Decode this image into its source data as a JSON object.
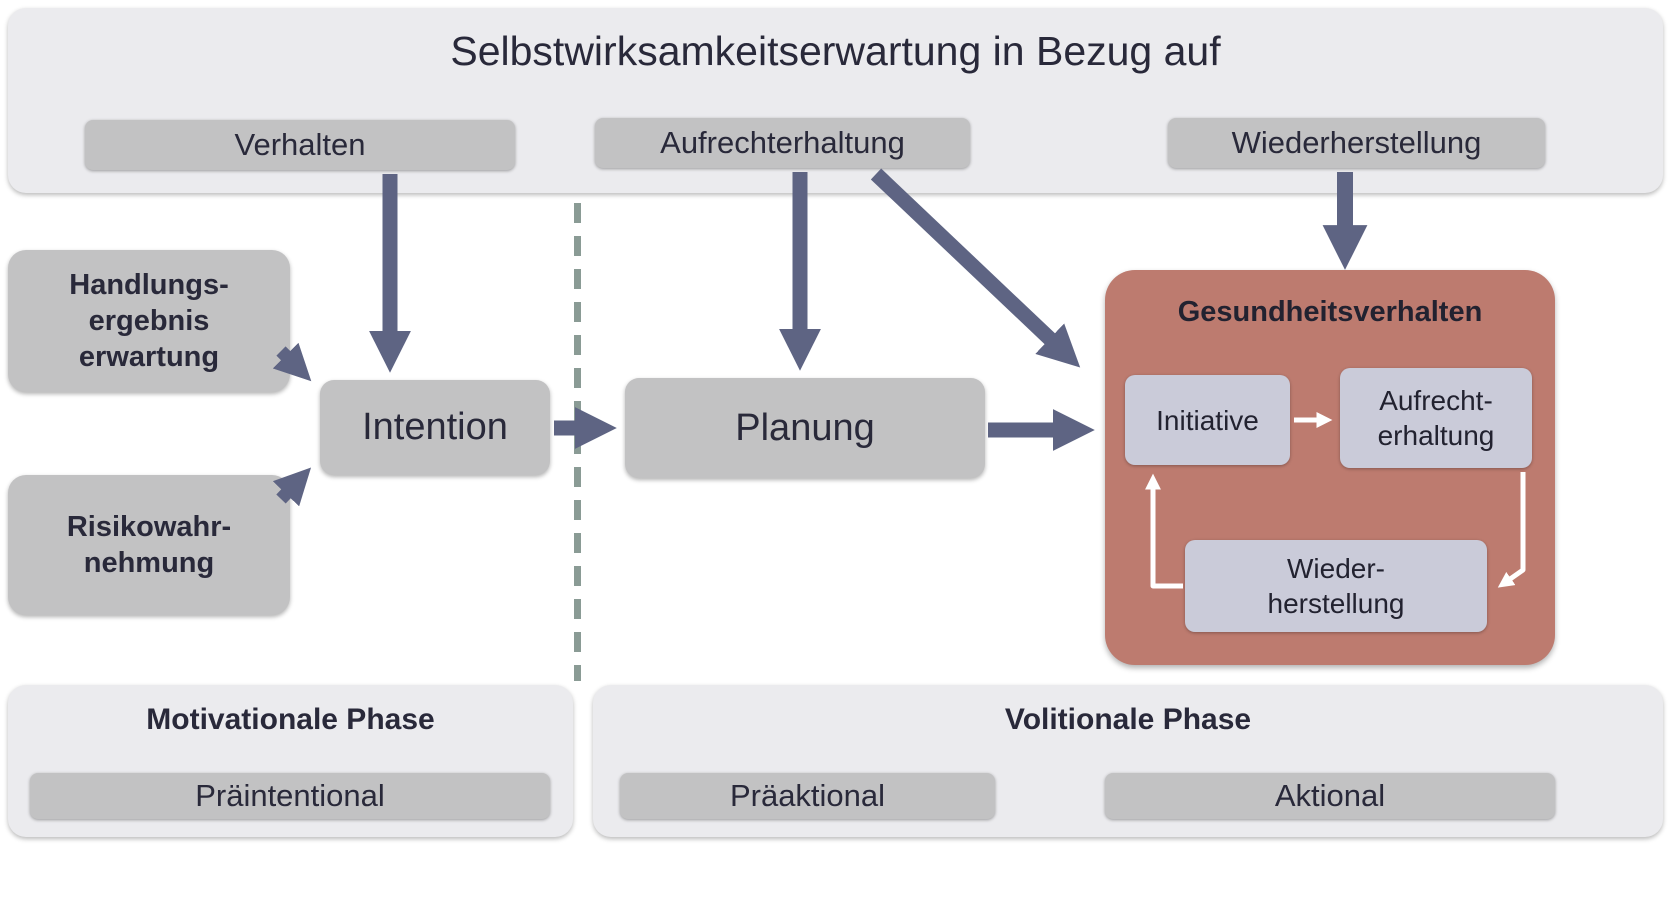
{
  "diagram": {
    "banner": {
      "title": "Selbstwirksamkeitserwartung in Bezug auf",
      "verhalten": "Verhalten",
      "aufrechterhaltung": "Aufrechterhaltung",
      "wiederherstellung": "Wiederherstellung"
    },
    "boxes": {
      "handlungsergebniserwartung": "Handlungs-\nergebnis\nerwartung",
      "risikowahrnehmung": "Risikowahr-\nnehmung",
      "intention": "Intention",
      "planung": "Planung"
    },
    "gesundheitsverhalten": {
      "title": "Gesundheitsverhalten",
      "initiative": "Initiative",
      "aufrechterhaltung": "Aufrecht-\nerhaltung",
      "wiederherstellung": "Wieder-\nherstellung"
    },
    "phases": {
      "motivational": {
        "title": "Motivationale Phase",
        "stage_praintentional": "Präintentional"
      },
      "volitional": {
        "title": "Volitionale Phase",
        "stage_praaktional": "Präaktional",
        "stage_aktional": "Aktional"
      }
    },
    "colors": {
      "panel_bg": "#ebebee",
      "box_gray": "#c2c2c3",
      "health_bg": "#bd7b6f",
      "inner_box": "#cacbd9",
      "arrow": "#5e6483",
      "dashed_line": "#8a9b95",
      "text_dark": "#29293a"
    }
  }
}
